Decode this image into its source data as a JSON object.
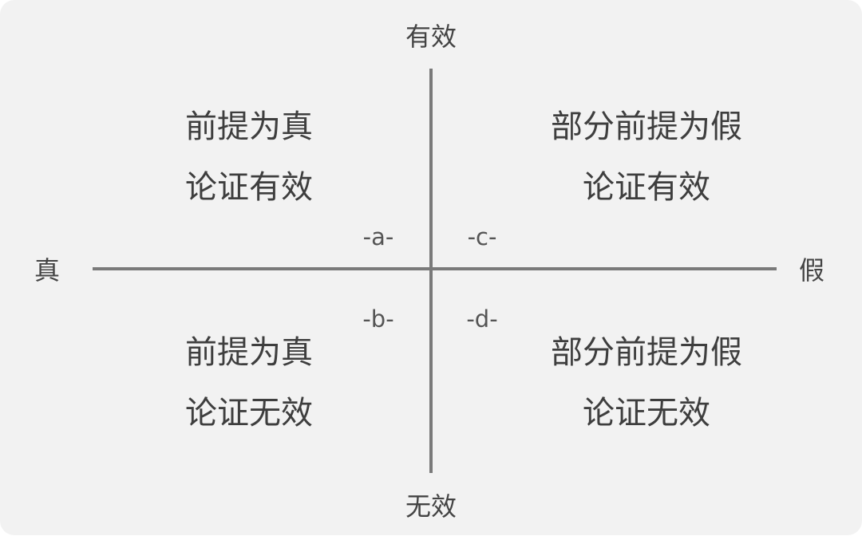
{
  "axes": {
    "top": "有效",
    "bottom": "无效",
    "left": "真",
    "right": "假"
  },
  "quadrants": {
    "a": {
      "tag": "-a-",
      "line1": "前提为真",
      "line2": "论证有效"
    },
    "b": {
      "tag": "-b-",
      "line1": "前提为真",
      "line2": "论证无效"
    },
    "c": {
      "tag": "-c-",
      "line1": "部分前提为假",
      "line2": "论证有效"
    },
    "d": {
      "tag": "-d-",
      "line1": "部分前提为假",
      "line2": "论证无效"
    }
  },
  "colors": {
    "panel_background": "#f2f2f2",
    "axis_line": "#7a7a7a",
    "text": "#3e3e3e"
  }
}
